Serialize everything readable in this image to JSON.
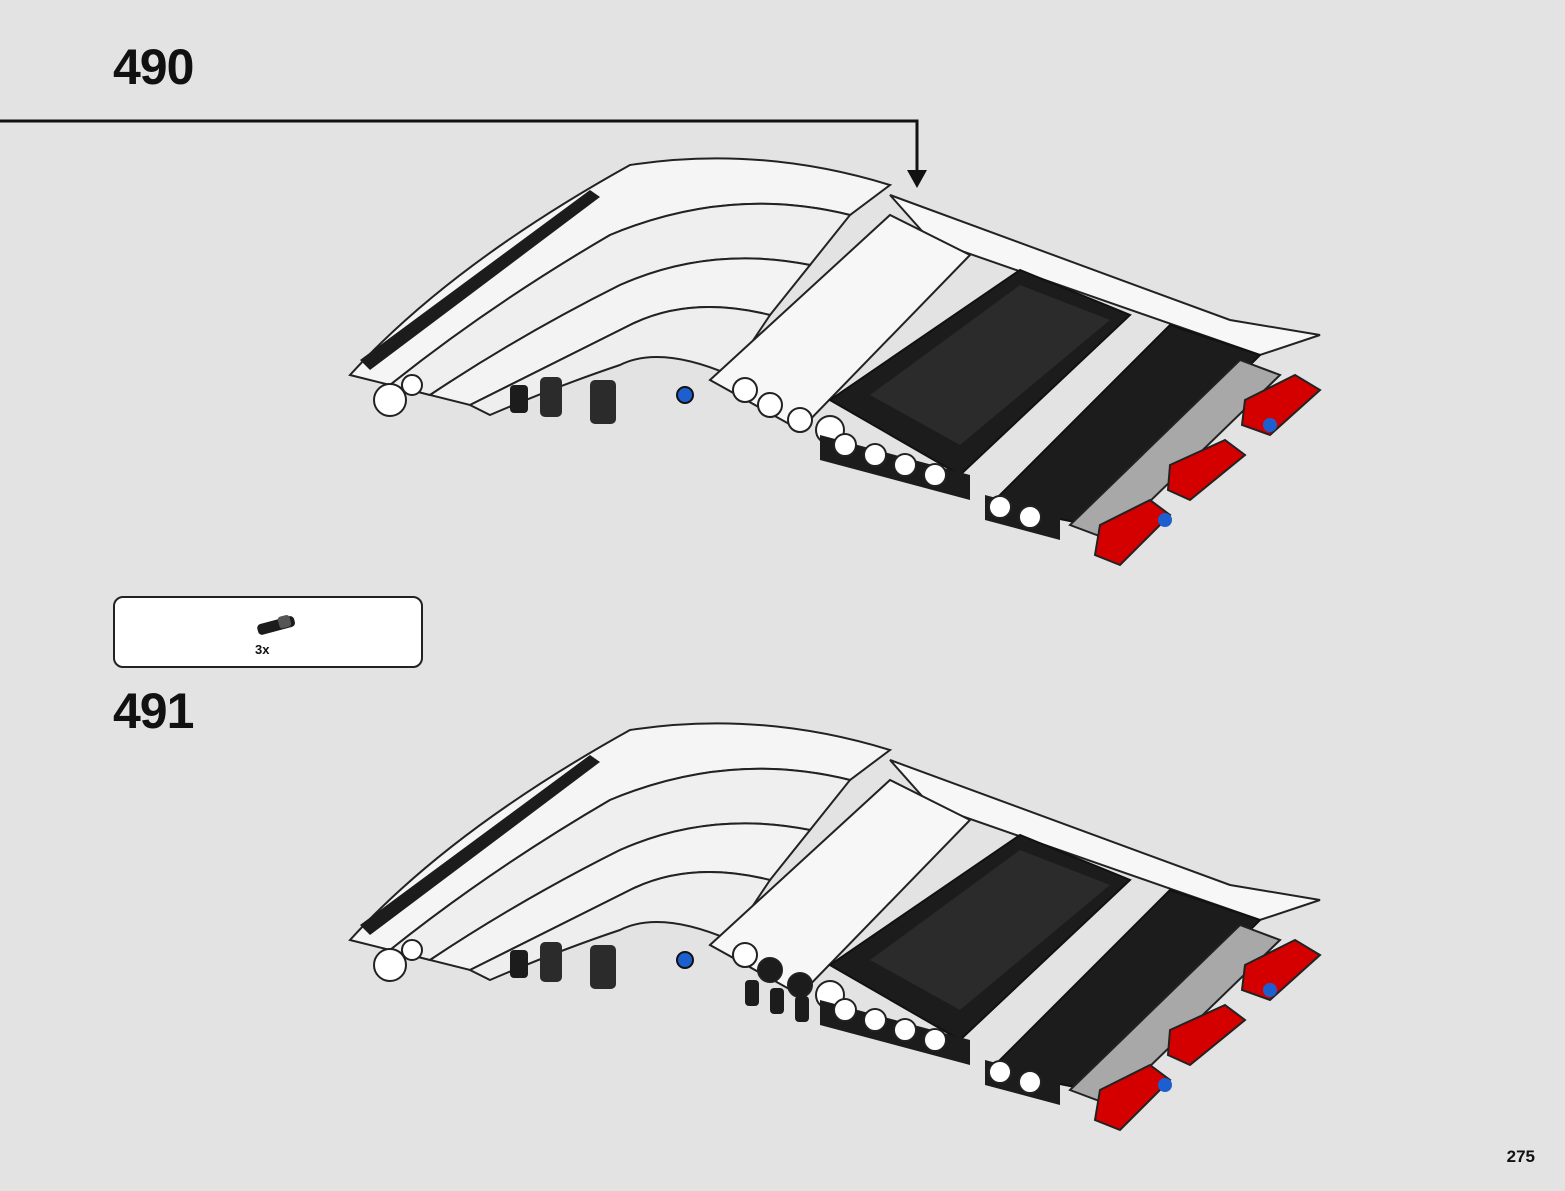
{
  "steps": [
    {
      "number": "490"
    },
    {
      "number": "491"
    }
  ],
  "parts_callout": {
    "quantity": "3x",
    "part_icon": "black-technic-pin-icon"
  },
  "page_number": "275",
  "colors": {
    "background": "#e3e3e3",
    "white_part": "#f7f7f7",
    "black_part": "#1c1c1c",
    "red_part": "#d40000",
    "blue_part": "#1e5fd0",
    "gray_part": "#a8a8a8"
  }
}
